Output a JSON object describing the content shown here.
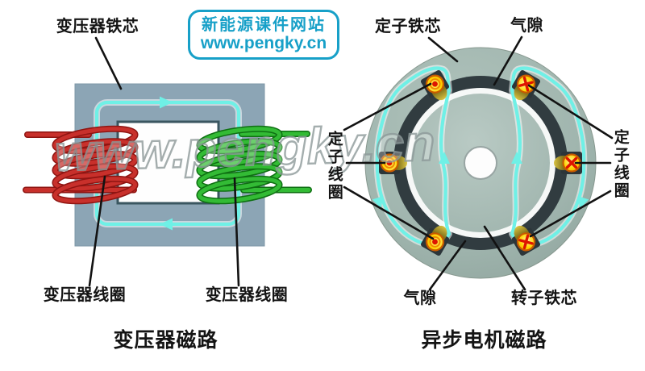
{
  "logo": {
    "line1": "新能源课件网站",
    "line2": "www.pengky.cn"
  },
  "watermark": {
    "text": "www.pengky.cn"
  },
  "transformer": {
    "title": "变压器磁路",
    "labels": {
      "core": "变压器铁芯",
      "coil_left": "变压器线圈",
      "coil_right": "变压器线圈"
    }
  },
  "motor": {
    "title": "异步电机磁路",
    "labels": {
      "stator_core": "定子铁芯",
      "air_gap_top": "气隙",
      "air_gap_bottom": "气隙",
      "rotor_core": "转子铁芯",
      "coil_left": "定子线圈",
      "coil_right": "定子线圈"
    }
  },
  "colors": {
    "brand": "#17A0C8",
    "flux": "#6FF0E6",
    "coil-red": "#C8302B",
    "coil-red-dark": "#8F1512",
    "coil-green": "#33BB35",
    "coil-green-dark": "#0F7013",
    "core": "#8CA5B5",
    "core-border": "#3A5660",
    "ring": "#313C40",
    "slot": "#2C3539",
    "wire-orange": "#C85A00",
    "wire-red": "#DE1400",
    "ink": "#121212",
    "watermark": "#8E9A9A"
  }
}
